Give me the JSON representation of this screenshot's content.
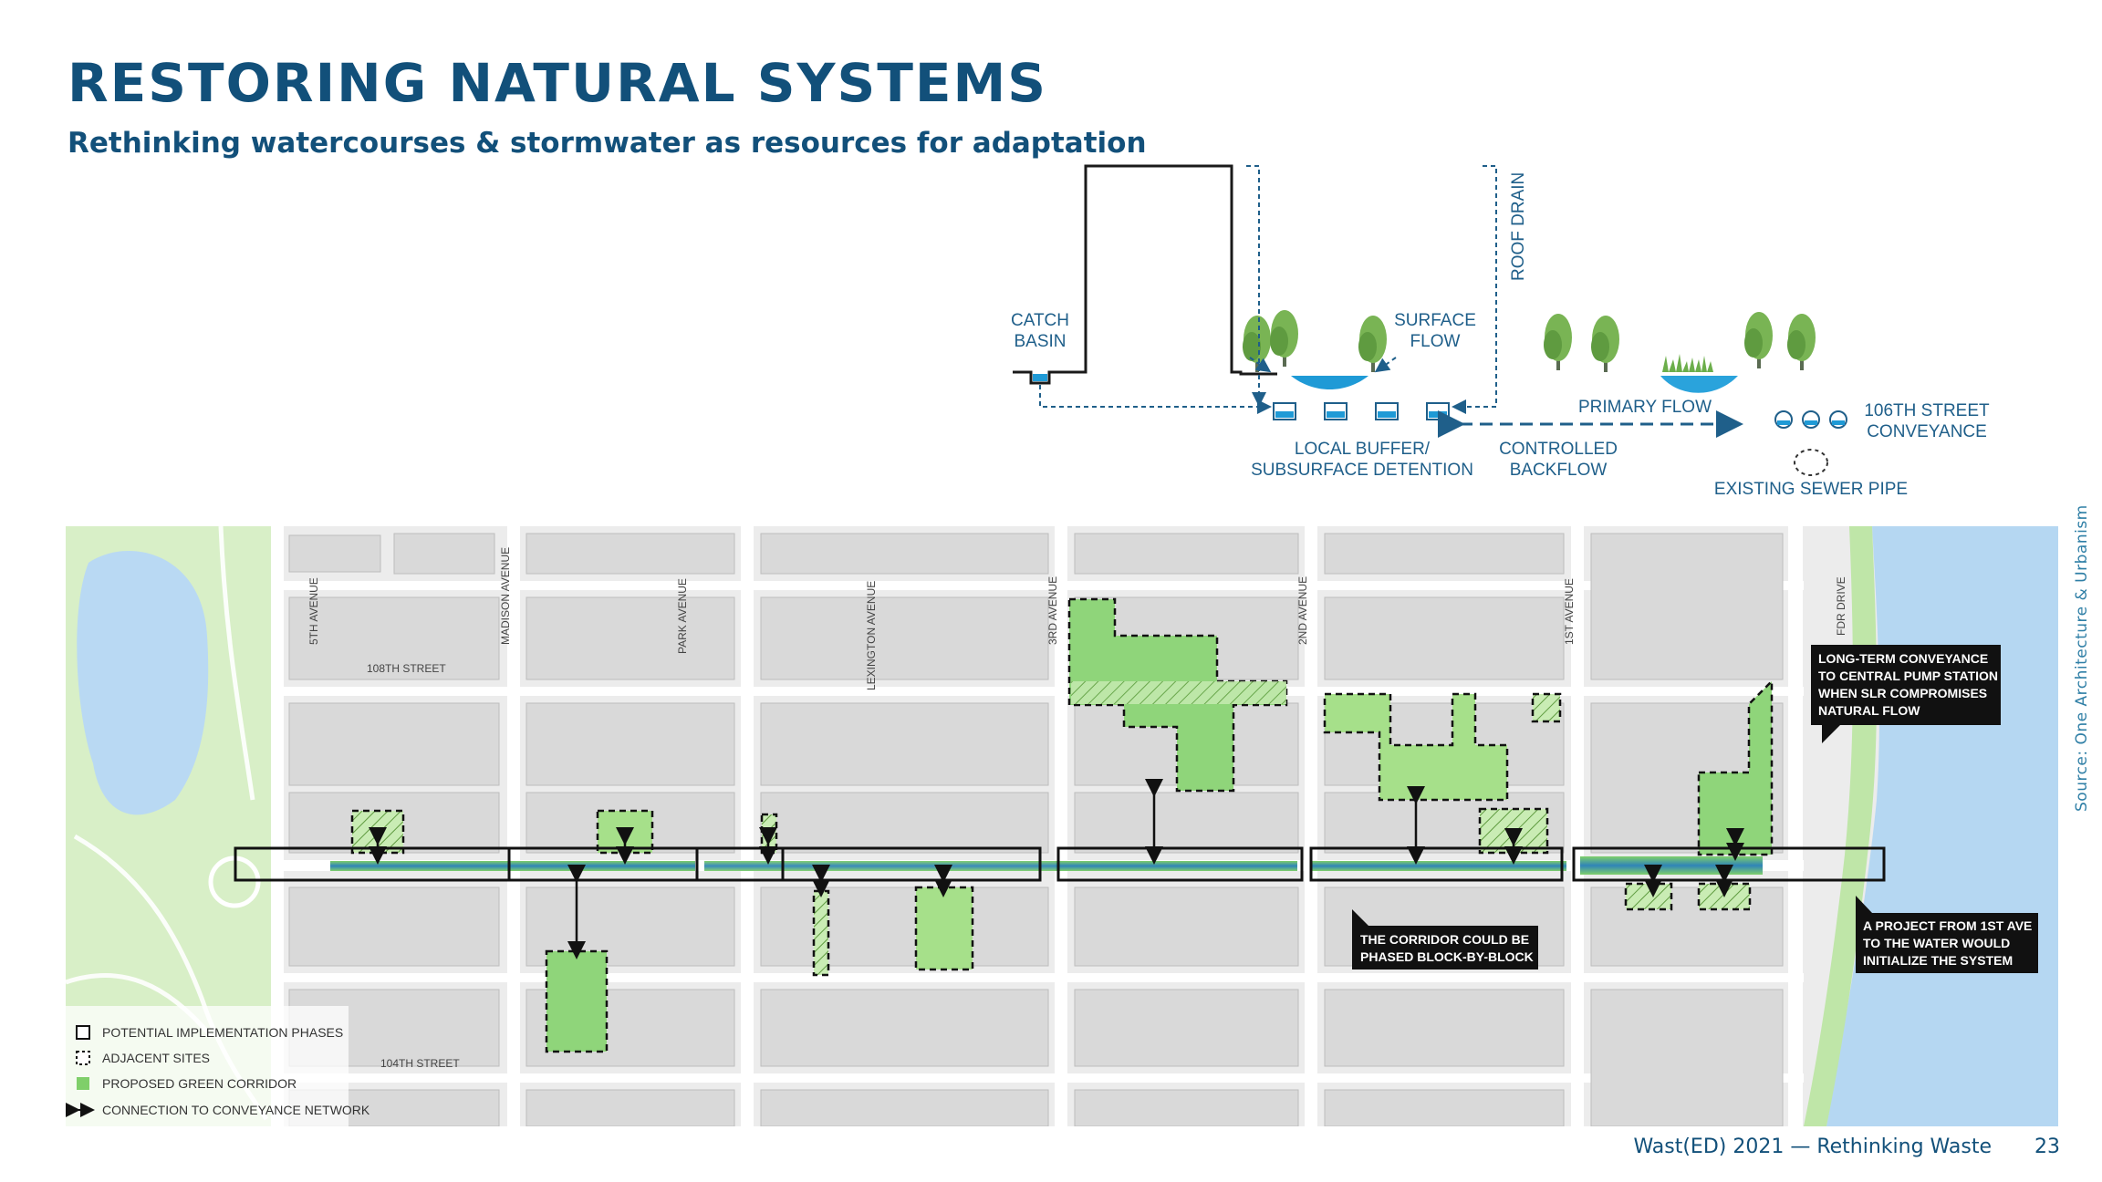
{
  "header": {
    "title": "RESTORING NATURAL SYSTEMS",
    "subtitle": "Rethinking watercourses & stormwater as resources for adaptation"
  },
  "section_diagram": {
    "catch_basin": [
      "CATCH",
      "BASIN"
    ],
    "surface_flow": [
      "SURFACE",
      "FLOW"
    ],
    "roof_drain": "ROOF DRAIN",
    "primary_flow": "PRIMARY FLOW",
    "local_buffer": [
      "LOCAL BUFFER/",
      "SUBSURFACE DETENTION"
    ],
    "controlled_backflow": [
      "CONTROLLED",
      "BACKFLOW"
    ],
    "conveyance": [
      "106TH STREET",
      "CONVEYANCE"
    ],
    "sewer_pipe": "EXISTING SEWER PIPE"
  },
  "map": {
    "streets": {
      "fifth": "5TH AVENUE",
      "madison": "MADISON AVENUE",
      "park": "PARK AVENUE",
      "lexington": "LEXINGTON AVENUE",
      "third": "3RD AVENUE",
      "second": "2ND AVENUE",
      "first": "1ST AVENUE",
      "fdr": "FDR DRIVE",
      "st108": "108TH STREET",
      "st104": "104TH STREET"
    },
    "callouts": {
      "long_term": [
        "LONG-TERM CONVEYANCE",
        "TO CENTRAL PUMP STATION",
        "WHEN SLR COMPROMISES",
        "NATURAL FLOW"
      ],
      "phased": [
        "THE CORRIDOR COULD BE",
        "PHASED BLOCK-BY-BLOCK"
      ],
      "project": [
        "A PROJECT FROM 1ST AVE",
        "TO THE WATER WOULD",
        "INITIALIZE THE SYSTEM"
      ]
    },
    "legend": [
      {
        "label": "POTENTIAL IMPLEMENTATION PHASES",
        "icon": "solid-box-icon"
      },
      {
        "label": "ADJACENT SITES",
        "icon": "dashed-box-icon"
      },
      {
        "label": "PROPOSED GREEN CORRIDOR",
        "icon": "green-swatch-icon"
      },
      {
        "label": "CONNECTION TO CONVEYANCE NETWORK",
        "icon": "double-arrow-icon"
      }
    ]
  },
  "source": "Source: One Architecture & Urbanism",
  "footer": {
    "text": "Wast(ED) 2021 — Rethinking Waste",
    "page": "23"
  },
  "colors": {
    "title": "#12507a",
    "water": "#b9d9f3",
    "green": "#8fd57a",
    "park": "#d6efc6",
    "label": "#1f5f8a"
  }
}
